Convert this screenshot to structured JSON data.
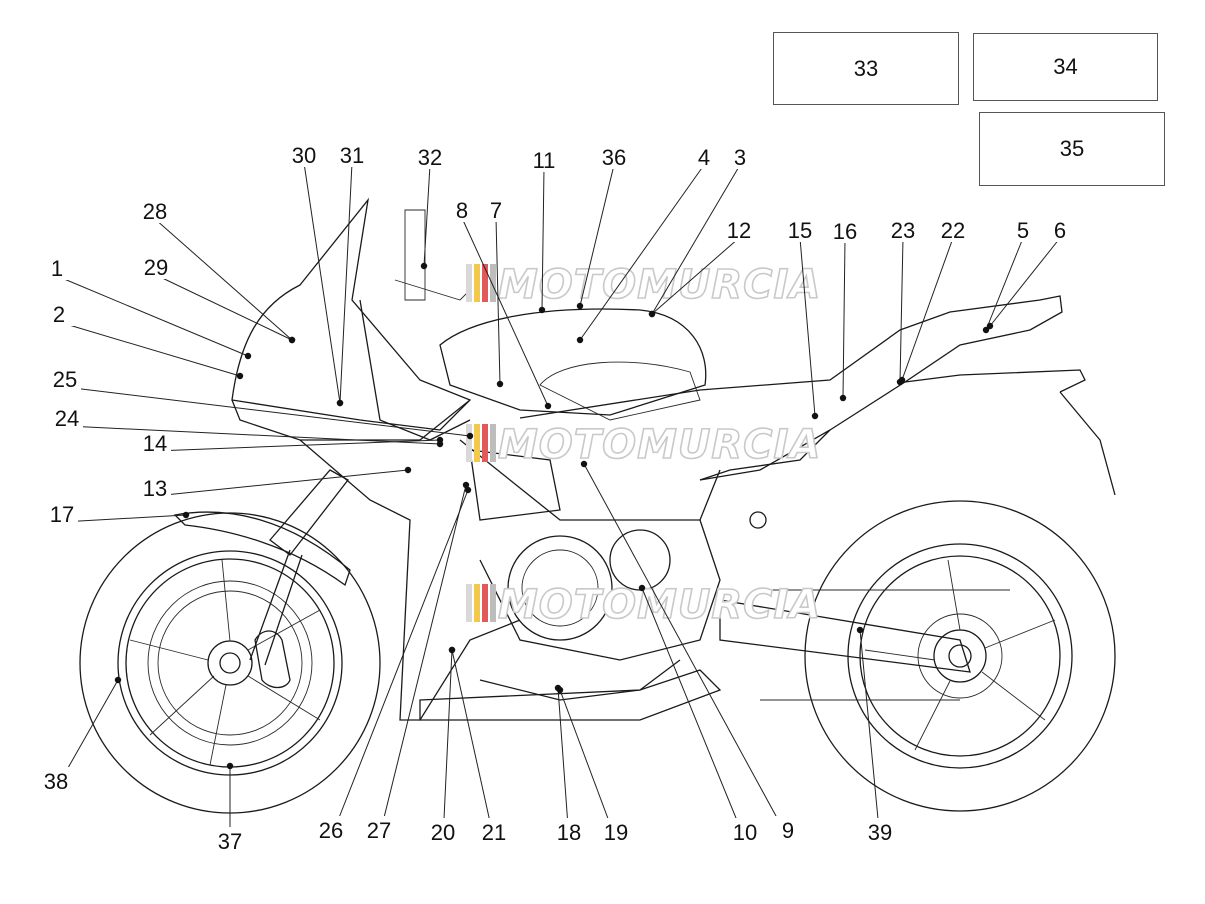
{
  "boxes": [
    "33",
    "34",
    "35"
  ],
  "callouts": [
    "1",
    "2",
    "3",
    "4",
    "5",
    "6",
    "7",
    "8",
    "9",
    "10",
    "11",
    "12",
    "13",
    "14",
    "15",
    "16",
    "17",
    "18",
    "19",
    "20",
    "21",
    "22",
    "23",
    "24",
    "25",
    "26",
    "27",
    "28",
    "29",
    "30",
    "31",
    "32",
    "36",
    "37",
    "38",
    "39"
  ],
  "watermark": "MOTOMURCIA",
  "colors": {
    "line": "#1a1a1a",
    "watermark_stripes": [
      "#d9d9d9",
      "#f2c94c",
      "#e05a5a",
      "#bdbdbd"
    ]
  }
}
